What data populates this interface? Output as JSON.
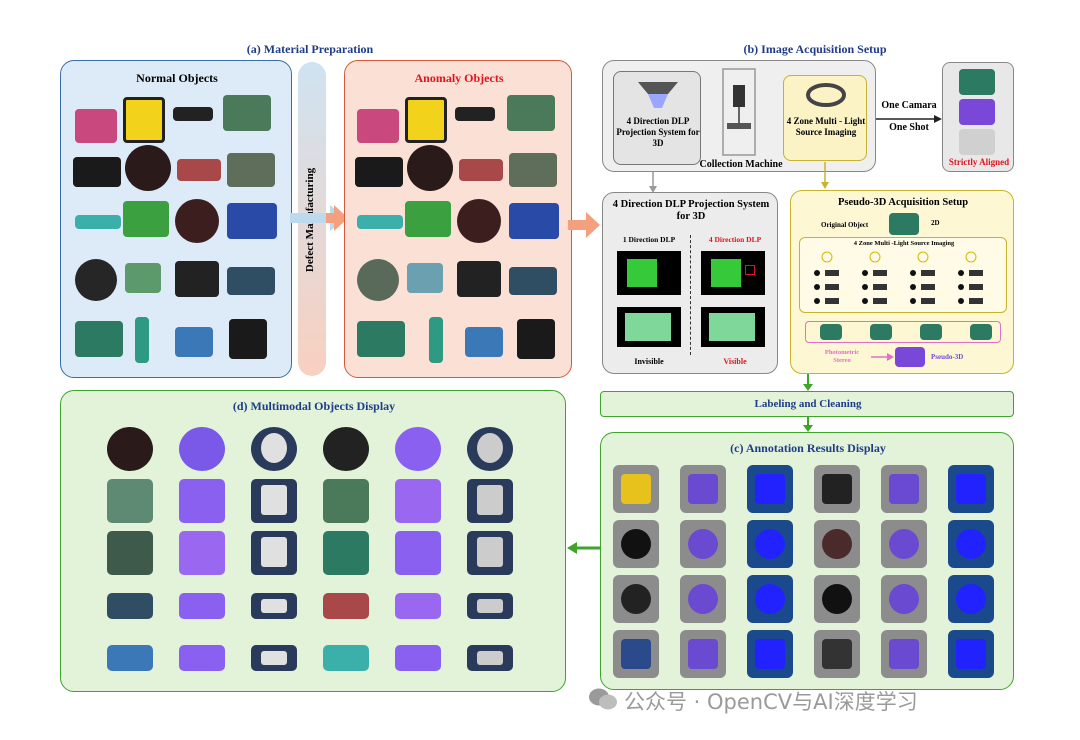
{
  "sections": {
    "a": "(a) Material Preparation",
    "b": "(b) Image Acquisition Setup",
    "c": "(c) Annotation Results Display",
    "d": "(d) Multimodal Objects Display"
  },
  "material": {
    "normal_title": "Normal Objects",
    "defect_label": "Defect Manufacturing",
    "anomaly_title": "Anomaly Objects"
  },
  "acquisition": {
    "dlp_box": "4 Direction DLP Projection System for 3D",
    "collection_machine": "Collection Machine",
    "light_box": "4 Zone Multi - Light Source Imaging",
    "one_camera": "One Camara",
    "one_shot": "One Shot",
    "strictly_aligned": "Strictly Aligned"
  },
  "dlp_panel": {
    "title": "4 Direction DLP Projection System for 3D",
    "col1": "1 Direction DLP",
    "col2": "4 Direction DLP",
    "invisible": "Invisible",
    "visible": "Visible"
  },
  "pseudo3d": {
    "title": "Pseudo-3D Acquisition Setup",
    "original_object": "Original Object",
    "label_2d": "2D",
    "light_title": "4 Zone Multi -Light Source Imaging",
    "photometric": "Photometric Stereo",
    "pseudo3d_label": "Pseudo-3D"
  },
  "labeling": "Labeling and Cleaning",
  "watermark": "公众号 · OpenCV与AI深度学习",
  "colors": {
    "title_blue": "#1f3c88",
    "red": "#e0141e",
    "normal_bg": "#dcebf7",
    "anomaly_bg": "#fbe0d6",
    "green_bg": "#e3f3d9",
    "yellow_bg": "#fdf7d3",
    "arrow_green": "#3ea52a",
    "arrow_orange": "#f4a07e"
  }
}
